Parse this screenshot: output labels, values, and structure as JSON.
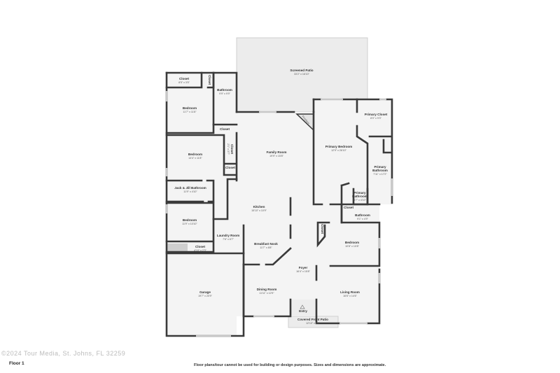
{
  "rooms": {
    "screened_patio": {
      "name": "Screened Patio",
      "dim": "33'2\" x 16'10\""
    },
    "closet_top": {
      "name": "Closet",
      "dim": "8'5\" x 3'5\""
    },
    "closet_small": {
      "name": "Closet"
    },
    "bathroom_top": {
      "name": "Bathroom",
      "dim": "9'9\" x 9'9\""
    },
    "bedroom_1": {
      "name": "Bedroom",
      "dim": "11'7\" x 11'8\""
    },
    "closet_hall": {
      "name": "Closet"
    },
    "bedroom_2": {
      "name": "Bedroom",
      "dim": "14'4\" x 11'8\""
    },
    "closet_vertical": {
      "name": "Closet",
      "dim": "2'1\" x 3'7\""
    },
    "closet_lower": {
      "name": "Closet"
    },
    "family_room": {
      "name": "Family Room",
      "dim": "19'9\" x 15'8\""
    },
    "fireplace": {
      "name": "Fireplace"
    },
    "jack_jill_bathroom": {
      "name": "Jack & Jill Bathroom",
      "dim": "11'9\" x 4'10\""
    },
    "bedroom_3": {
      "name": "Bedroom",
      "dim": "11'9\" x 10'10\""
    },
    "closet_bed3": {
      "name": "Closet",
      "dim": "4'10\" x 2'3\""
    },
    "laundry_room": {
      "name": "Laundry Room",
      "dim": "7'6\" x 6'7\""
    },
    "kitchen": {
      "name": "Kitchen",
      "dim": "15'10\" x 10'9\""
    },
    "breakfast_nook": {
      "name": "Breakfast Nook",
      "dim": "11'7\" x 8'8\""
    },
    "garage": {
      "name": "Garage",
      "dim": "19'7\" x 20'9\""
    },
    "dining_room": {
      "name": "Dining Room",
      "dim": "11'11\" x 12'9\""
    },
    "foyer": {
      "name": "Foyer",
      "dim": "16'4\" x 15'8\""
    },
    "entry": {
      "name": "Entry"
    },
    "covered_front_patio": {
      "name": "Covered Front Patio",
      "dim": "12'10\" x 6'7\""
    },
    "living_room": {
      "name": "Living Room",
      "dim": "16'6\" x 14'6\""
    },
    "bedroom_4": {
      "name": "Bedroom",
      "dim": "10'8\" x 10'8\""
    },
    "closet_bed4": {
      "name": "Closet"
    },
    "bathroom_right": {
      "name": "Bathroom",
      "dim": "9'1\" x 4'9\""
    },
    "closet_right": {
      "name": "Closet"
    },
    "primary_bedroom": {
      "name": "Primary Bedroom",
      "dim": "12'9\" x 26'10\""
    },
    "primary_closet": {
      "name": "Primary Closet",
      "dim": "8'0\" x 9'3\""
    },
    "primary_bathroom": {
      "name_1": "Primary",
      "name_2": "Bathroom",
      "dim": "7'11\" x 17'2\""
    },
    "primary_bathroom_small": {
      "name_1": "Primary",
      "name_2": "Bathroom",
      "dim": "8'7\" x 4'10\""
    }
  },
  "footer": {
    "floor_label": "Floor 1",
    "disclaimer": "Floor plans/tour cannot be used for building or design purposes. Sizes and dimensions are approximate.",
    "watermark": "©2024 Tour Media, St. Johns, FL 32259"
  }
}
